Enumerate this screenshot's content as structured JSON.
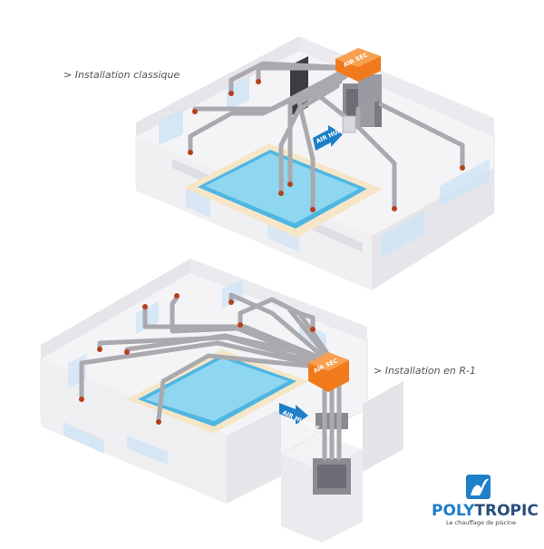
{
  "diagram": {
    "top": {
      "caption": "> Installation classique",
      "outlet_tag": "AIR SEC",
      "inlet_tag": "AIR HUMIDE"
    },
    "bottom": {
      "caption": "> Installation en R-1",
      "outlet_tag": "AIR SEC",
      "inlet_tag": "AIR HUMIDE"
    }
  },
  "logo": {
    "brand_poly": "POLY",
    "brand_tropic": "TROPIC",
    "tagline": "Le chauffage de piscine"
  },
  "colors": {
    "orange": "#f07a1c",
    "blue": "#1f7fc8",
    "water": "#7fd0ee",
    "duct": "#a9a9a9",
    "wall": "#ececef"
  }
}
